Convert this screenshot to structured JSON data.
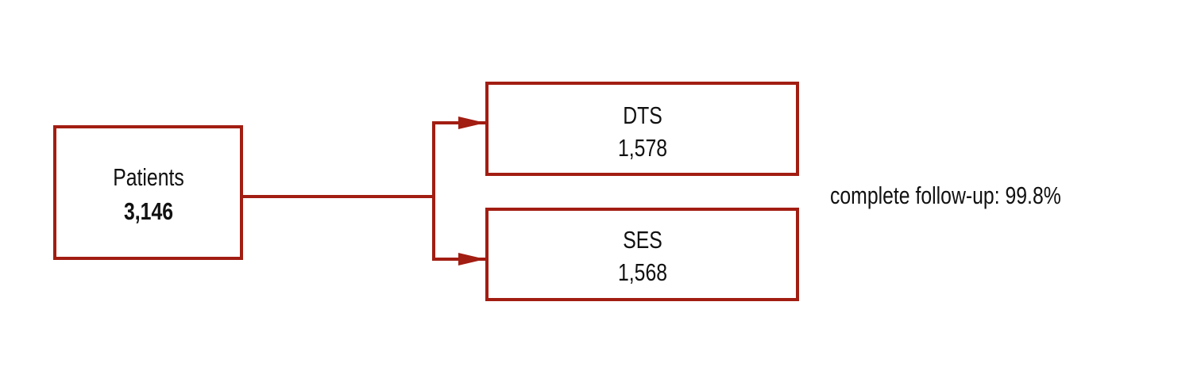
{
  "colors": {
    "accent": "#a21d12",
    "text": "#111111"
  },
  "nodes": {
    "patients": {
      "label": "Patients",
      "count": "3,146"
    },
    "dts": {
      "label": "DTS",
      "count": "1,578"
    },
    "ses": {
      "label": "SES",
      "count": "1,568"
    }
  },
  "note": "complete follow-up: 99.8%"
}
